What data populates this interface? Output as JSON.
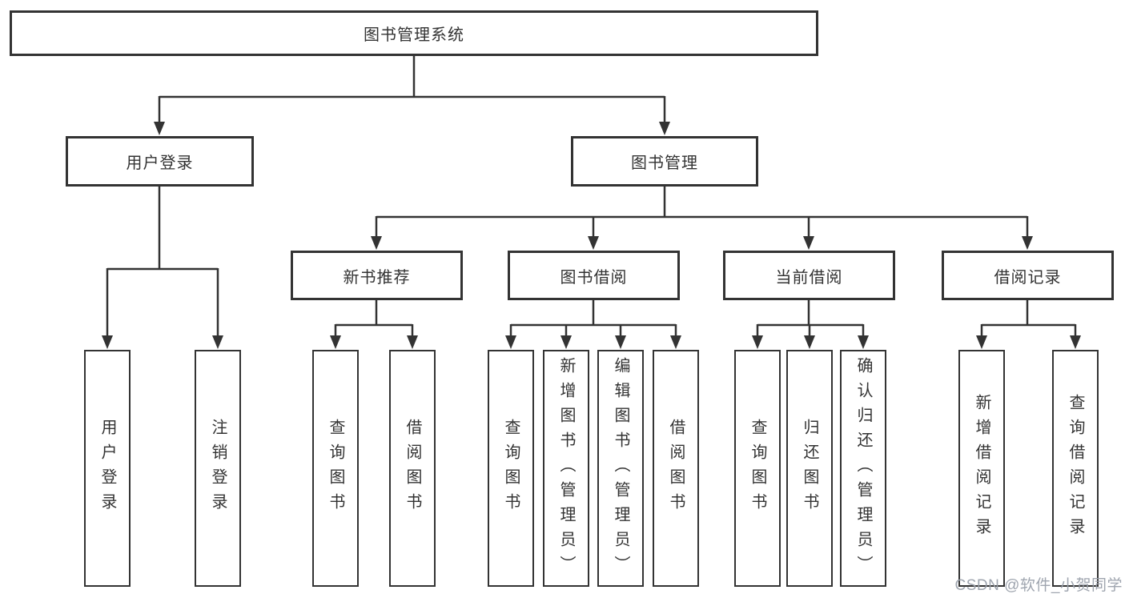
{
  "diagram": {
    "root": {
      "label": "图书管理系统"
    },
    "level2": [
      {
        "label": "用户登录"
      },
      {
        "label": "图书管理"
      }
    ],
    "level3": [
      {
        "label": "新书推荐"
      },
      {
        "label": "图书借阅"
      },
      {
        "label": "当前借阅"
      },
      {
        "label": "借阅记录"
      }
    ],
    "leaves": [
      {
        "parent": "用户登录",
        "label": "用户登录"
      },
      {
        "parent": "用户登录",
        "label": "注销登录"
      },
      {
        "parent": "新书推荐",
        "label": "查询图书"
      },
      {
        "parent": "新书推荐",
        "label": "借阅图书"
      },
      {
        "parent": "图书借阅",
        "label": "查询图书"
      },
      {
        "parent": "图书借阅",
        "label": "新增图书（管理员）"
      },
      {
        "parent": "图书借阅",
        "label": "编辑图书（管理员）"
      },
      {
        "parent": "图书借阅",
        "label": "借阅图书"
      },
      {
        "parent": "当前借阅",
        "label": "查询图书"
      },
      {
        "parent": "当前借阅",
        "label": "归还图书"
      },
      {
        "parent": "当前借阅",
        "label": "确认归还（管理员）"
      },
      {
        "parent": "借阅记录",
        "label": "新增借阅记录"
      },
      {
        "parent": "借阅记录",
        "label": "查询借阅记录"
      }
    ],
    "watermark": "CSDN @软件_小贺同学",
    "colors": {
      "border": "#333333",
      "text": "#333333",
      "connector": "#333333",
      "watermark": "#9aa0ab",
      "background": "#ffffff"
    }
  }
}
